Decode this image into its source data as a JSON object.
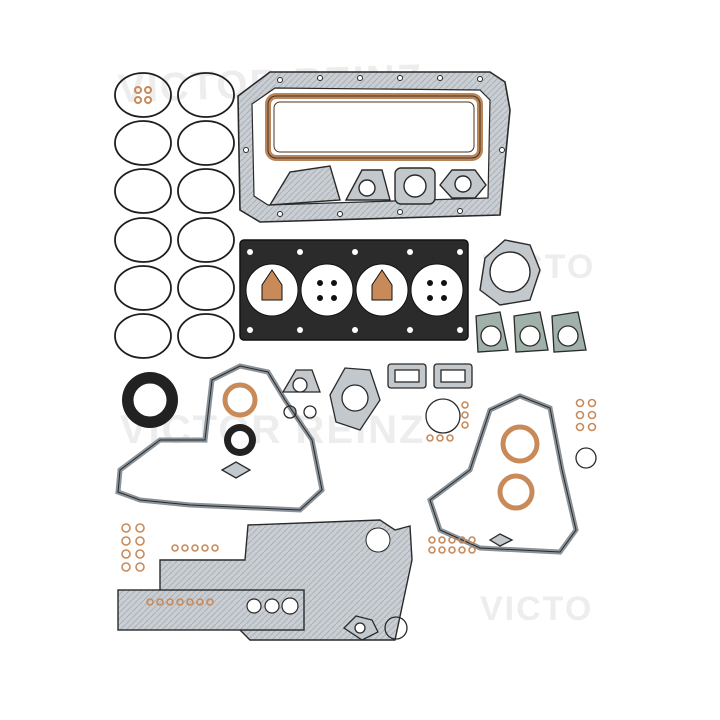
{
  "image": {
    "subject": "engine full gasket set product photo",
    "background": "#ffffff"
  },
  "watermarks": [
    {
      "id": "wm1",
      "text": "VICTOR REINZ"
    },
    {
      "id": "wm2",
      "text": "VICTOR REINZ"
    },
    {
      "id": "wm3",
      "text": "VICTO"
    },
    {
      "id": "wm4",
      "text": "VICTO"
    }
  ],
  "colors": {
    "outline": "#2a2a2a",
    "fiber_grey": "#c3c8cd",
    "fiber_dark": "#8a929a",
    "copper": "#c98a5a",
    "rubber": "#222222",
    "cork": "#b8865a",
    "green_grey": "#9fb1a8"
  }
}
